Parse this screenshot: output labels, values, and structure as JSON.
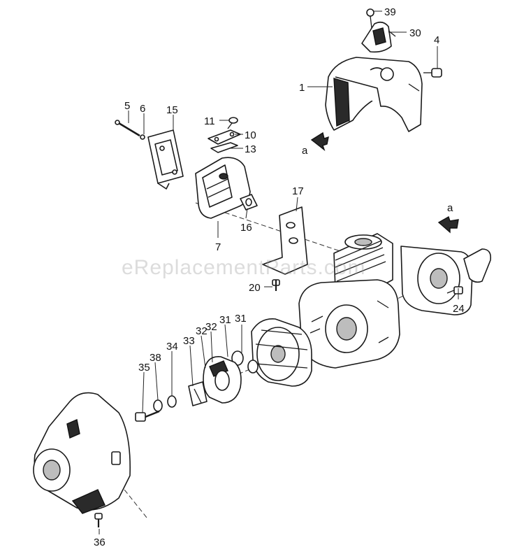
{
  "watermark": "eReplacementParts.com",
  "callouts": {
    "c1": "1",
    "c4": "4",
    "c5": "5",
    "c6": "6",
    "c7": "7",
    "c10": "10",
    "c11": "11",
    "c13": "13",
    "c15": "15",
    "c16": "16",
    "c17": "17",
    "c20": "20",
    "c24": "24",
    "c30": "30",
    "c31a": "31",
    "c31b": "31",
    "c32a": "32",
    "c32b": "32",
    "c33": "33",
    "c34": "34",
    "c35": "35",
    "c36": "36",
    "c38": "38",
    "c39": "39"
  },
  "refs": {
    "a_top": "a",
    "a_right": "a"
  }
}
